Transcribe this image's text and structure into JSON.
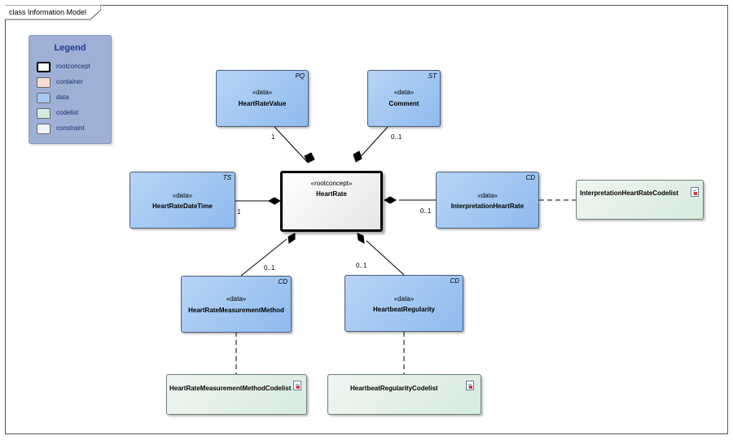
{
  "frame": {
    "title": "class Information Model"
  },
  "legend": {
    "title": "Legend",
    "items": [
      {
        "label": "rootconcept",
        "color": "#ffffff"
      },
      {
        "label": "container",
        "color": "#f6dcd0"
      },
      {
        "label": "data",
        "color": "#a6c8f2"
      },
      {
        "label": "codelist",
        "color": "#d3ecdc"
      },
      {
        "label": "constraint",
        "color": "#f1f1f8"
      }
    ]
  },
  "classes": {
    "root": {
      "stereotype": "«rootconcept»",
      "name": "HeartRate"
    },
    "heart_rate_value": {
      "stereotype": "«data»",
      "name": "HeartRateValue",
      "type": "PQ"
    },
    "comment": {
      "stereotype": "«data»",
      "name": "Comment",
      "type": "ST"
    },
    "heart_rate_date_time": {
      "stereotype": "«data»",
      "name": "HeartRateDateTime",
      "type": "TS"
    },
    "interpretation_heart_rate": {
      "stereotype": "«data»",
      "name": "InterpretationHeartRate",
      "type": "CD"
    },
    "heart_rate_measurement_method": {
      "stereotype": "«data»",
      "name": "HeartRateMeasurementMethod",
      "type": "CD"
    },
    "heartbeat_regularity": {
      "stereotype": "«data»",
      "name": "HeartbeatRegularity",
      "type": "CD"
    }
  },
  "codelists": {
    "interpretation": {
      "name": "InterpretationHeartRateCodelist"
    },
    "measurement_method": {
      "name": "HeartRateMeasurementMethodCodelist"
    },
    "regularity": {
      "name": "HeartbeatRegularityCodelist"
    }
  },
  "multiplicities": {
    "heart_rate_value": "1",
    "comment": "0..1",
    "heart_rate_date_time": "1",
    "interpretation_heart_rate": "0..1",
    "heart_rate_measurement_method": "0..1",
    "heartbeat_regularity": "0..1"
  }
}
